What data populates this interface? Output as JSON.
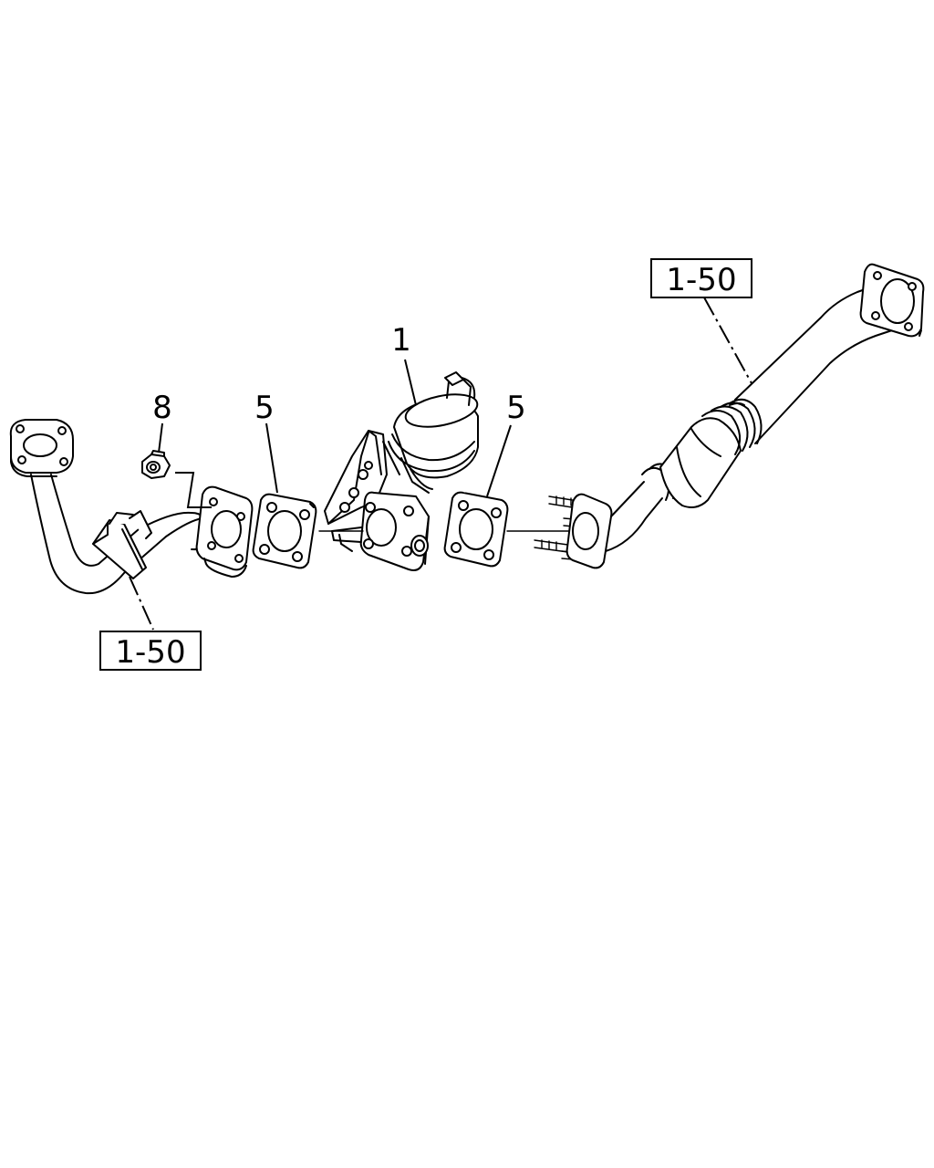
{
  "callouts": {
    "part_1": "1",
    "part_5_left": "5",
    "part_5_right": "5",
    "part_8": "8"
  },
  "references": {
    "ref_top_right": "1-50",
    "ref_bottom_left": "1-50"
  }
}
